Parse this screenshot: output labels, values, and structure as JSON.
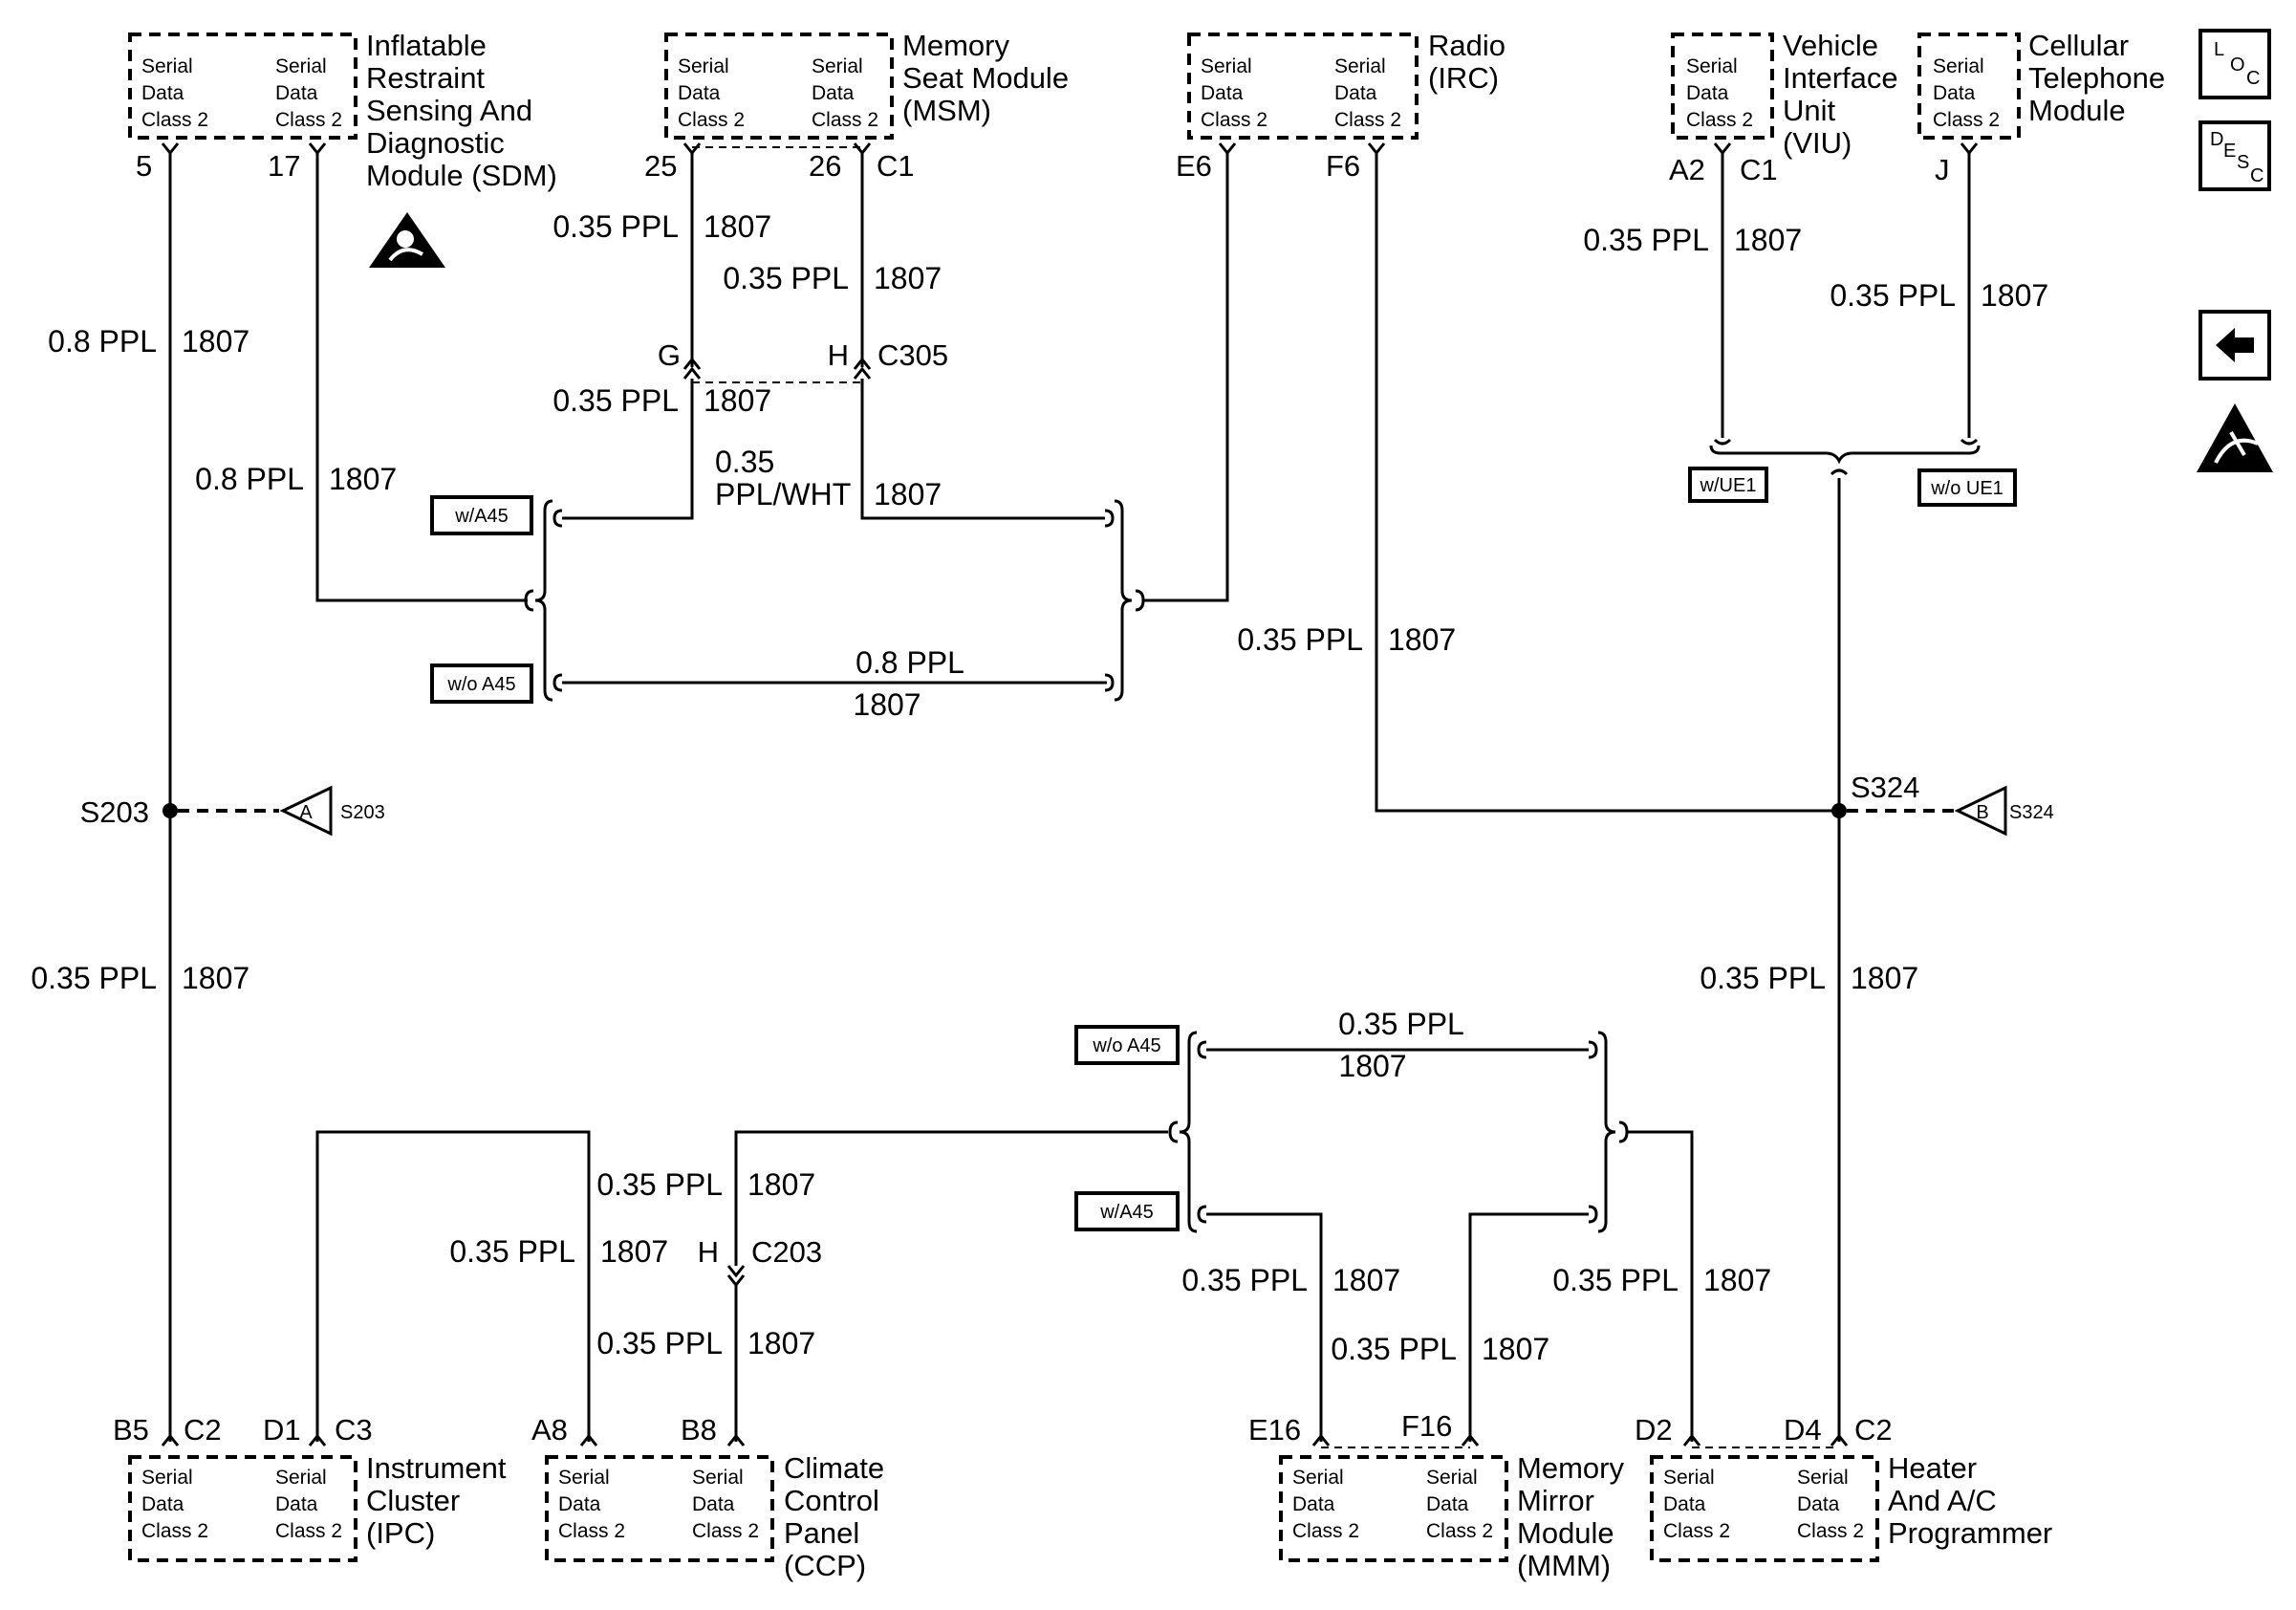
{
  "serial_data": {
    "line1": "Serial",
    "line2": "Data",
    "line3": "Class 2"
  },
  "modules": {
    "sdm": {
      "name": [
        "Inflatable",
        "Restraint",
        "Sensing And",
        "Diagnostic",
        "Module (SDM)"
      ],
      "pins": [
        "5",
        "17"
      ]
    },
    "msm": {
      "name": [
        "Memory",
        "Seat Module",
        "(MSM)"
      ],
      "pins": [
        "25",
        "26"
      ],
      "connector": "C1"
    },
    "radio": {
      "name": [
        "Radio",
        "(IRC)"
      ],
      "pins": [
        "E6",
        "F6"
      ]
    },
    "viu": {
      "name": [
        "Vehicle",
        "Interface",
        "Unit",
        "(VIU)"
      ],
      "pins": [
        "A2"
      ],
      "connector": "C1"
    },
    "cellular": {
      "name": [
        "Cellular",
        "Telephone",
        "Module"
      ],
      "pins": [
        "J"
      ]
    },
    "ipc": {
      "name": [
        "Instrument",
        "Cluster",
        "(IPC)"
      ],
      "pins": [
        "B5",
        "D1"
      ],
      "connectors": [
        "C2",
        "C3"
      ]
    },
    "ccp": {
      "name": [
        "Climate",
        "Control",
        "Panel",
        "(CCP)"
      ],
      "pins": [
        "A8",
        "B8"
      ]
    },
    "mmm": {
      "name": [
        "Memory",
        "Mirror",
        "Module",
        "(MMM)"
      ],
      "pins": [
        "E16",
        "F16"
      ]
    },
    "hvac": {
      "name": [
        "Heater",
        "And A/C",
        "Programmer"
      ],
      "pins": [
        "D2",
        "D4"
      ],
      "connector": "C2"
    }
  },
  "wires": {
    "ppl_035": "0.35 PPL",
    "ppl_08": "0.8 PPL",
    "ppl_wht_1": "0.35",
    "ppl_wht_2": "PPL/WHT",
    "circuit": "1807"
  },
  "connectors": {
    "c305": {
      "name": "C305",
      "pins": [
        "G",
        "H"
      ]
    },
    "c203": {
      "name": "C203",
      "pin": "H"
    }
  },
  "splices": {
    "s203": "S203",
    "s324": "S324",
    "ref_a": "A",
    "ref_b": "B"
  },
  "options": {
    "w_a45": "w/A45",
    "wo_a45": "w/o A45",
    "w_ue1": "w/UE1",
    "wo_ue1": "w/o UE1"
  },
  "side_icons": [
    "loc-icon",
    "desc-icon",
    "back-arrow-icon",
    "esd-icon"
  ],
  "icon_text": {
    "loc_1": "L",
    "loc_2": "O",
    "loc_3": "C",
    "desc_1": "D",
    "desc_2": "E",
    "desc_3": "S",
    "desc_4": "C"
  }
}
